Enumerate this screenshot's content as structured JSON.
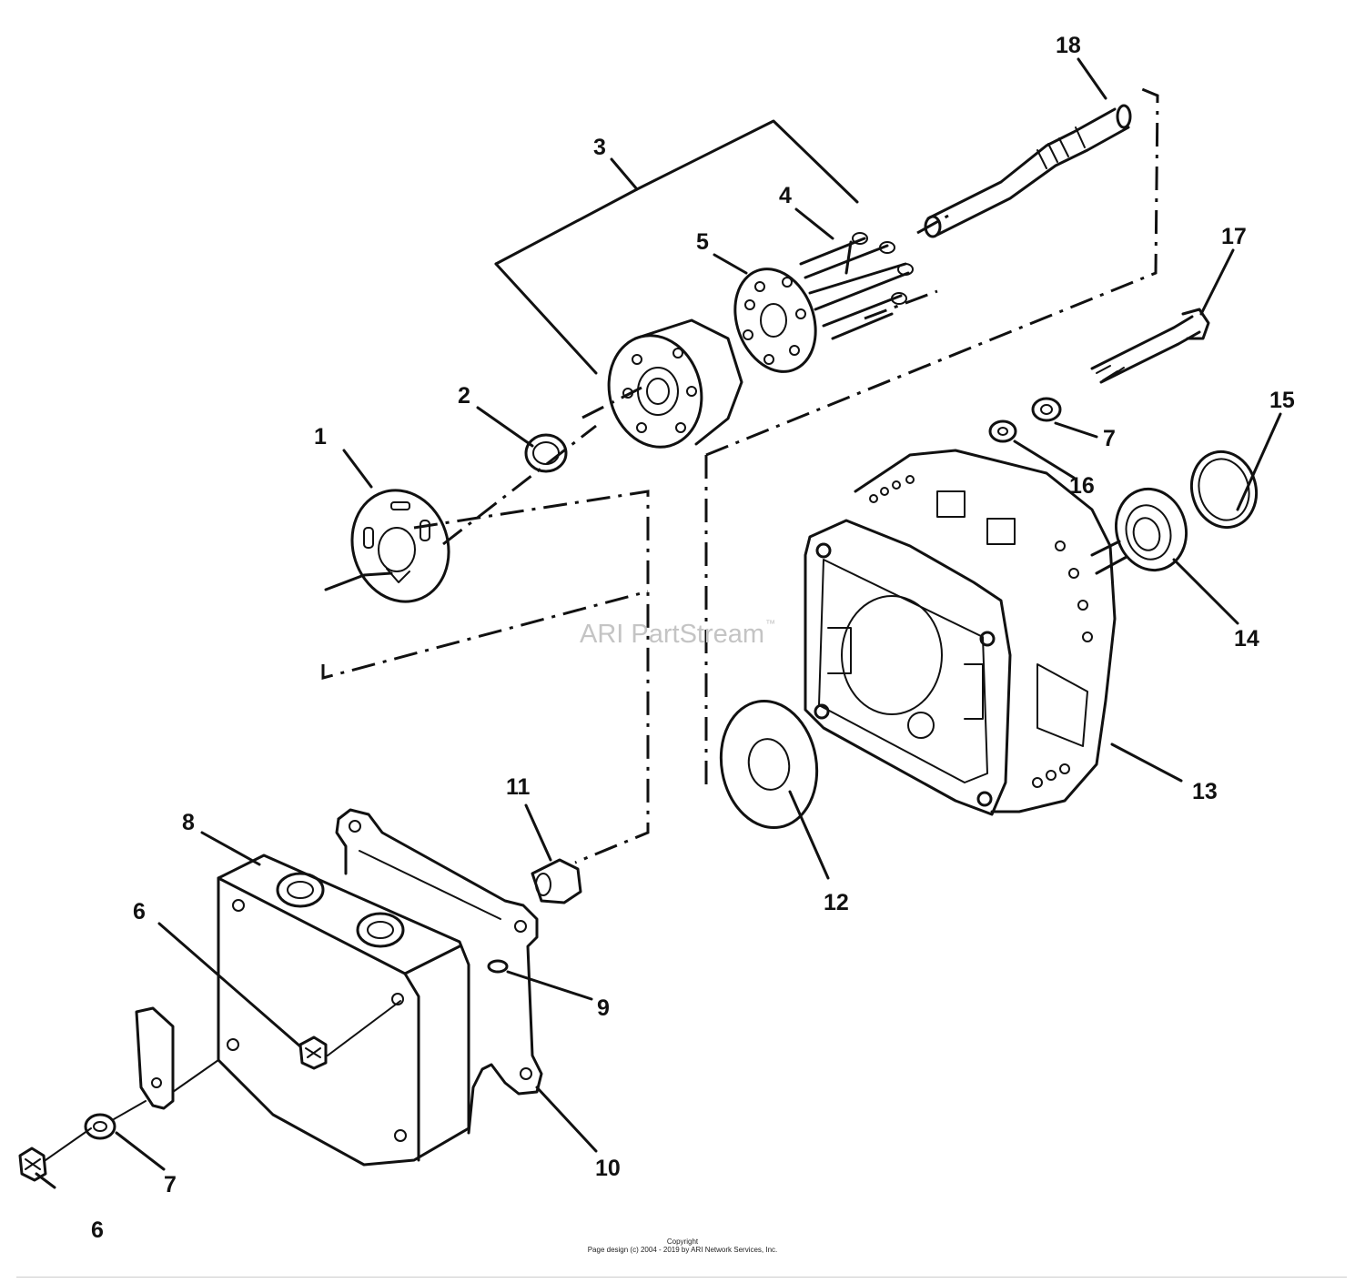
{
  "diagram": {
    "callouts": [
      {
        "id": "c1",
        "label": "1"
      },
      {
        "id": "c2",
        "label": "2"
      },
      {
        "id": "c3",
        "label": "3"
      },
      {
        "id": "c4",
        "label": "4"
      },
      {
        "id": "c5",
        "label": "5"
      },
      {
        "id": "c6a",
        "label": "6"
      },
      {
        "id": "c6b",
        "label": "6"
      },
      {
        "id": "c7a",
        "label": "7"
      },
      {
        "id": "c7b",
        "label": "7"
      },
      {
        "id": "c8",
        "label": "8"
      },
      {
        "id": "c9",
        "label": "9"
      },
      {
        "id": "c10",
        "label": "10"
      },
      {
        "id": "c11",
        "label": "11"
      },
      {
        "id": "c12",
        "label": "12"
      },
      {
        "id": "c13",
        "label": "13"
      },
      {
        "id": "c14",
        "label": "14"
      },
      {
        "id": "c15",
        "label": "15"
      },
      {
        "id": "c16",
        "label": "16"
      },
      {
        "id": "c17",
        "label": "17"
      },
      {
        "id": "c18",
        "label": "18"
      }
    ],
    "line_color": "#111111",
    "background_color": "#ffffff"
  },
  "watermark": {
    "text": "ARI PartStream",
    "trademark": "™",
    "color": "#c4c4c4"
  },
  "footer": {
    "line1": "Copyright",
    "line2": "Page design (c) 2004 - 2019 by ARI Network Services, Inc."
  }
}
